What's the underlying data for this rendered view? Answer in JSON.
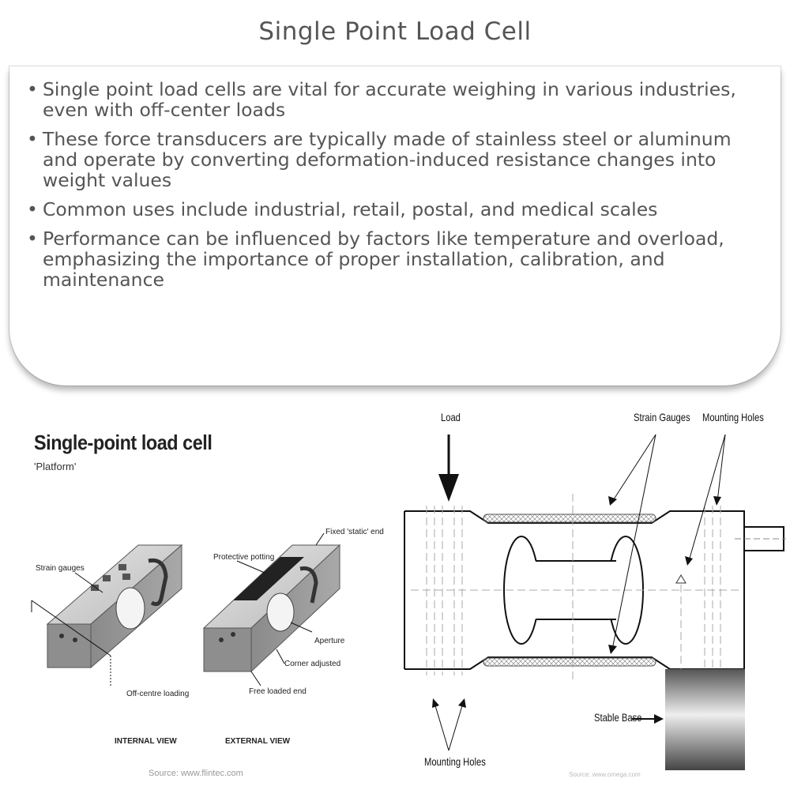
{
  "title": "Single Point Load Cell",
  "bullets": [
    "Single point load cells are vital for accurate weighing in various industries, even with off-center loads",
    "These force transducers are typically made of stainless steel or aluminum and operate by converting deformation-induced resistance changes into weight values",
    "Common uses include industrial, retail, postal, and medical scales",
    "Performance can be influenced by factors like temperature and overload, emphasizing the importance of proper installation, calibration, and maintenance"
  ],
  "left_figure": {
    "title": "Single-point load cell",
    "subtitle": "'Platform'",
    "labels": {
      "strain_gauges": "Strain gauges",
      "off_centre": "Off-centre loading",
      "protective_potting": "Protective potting",
      "fixed_end": "Fixed 'static' end",
      "aperture": "Aperture",
      "corner_adjusted": "Corner adjusted",
      "free_end": "Free loaded end"
    },
    "captions": {
      "internal": "INTERNAL VIEW",
      "external": "EXTERNAL VIEW"
    },
    "source": "Source: www.flintec.com"
  },
  "right_figure": {
    "labels": {
      "load": "Load",
      "strain_gauges": "Strain Gauges",
      "mounting_holes_top": "Mounting Holes",
      "stable_base": "Stable Base",
      "mounting_holes_bottom": "Mounting Holes"
    },
    "source": "Source: www.omega.com"
  }
}
